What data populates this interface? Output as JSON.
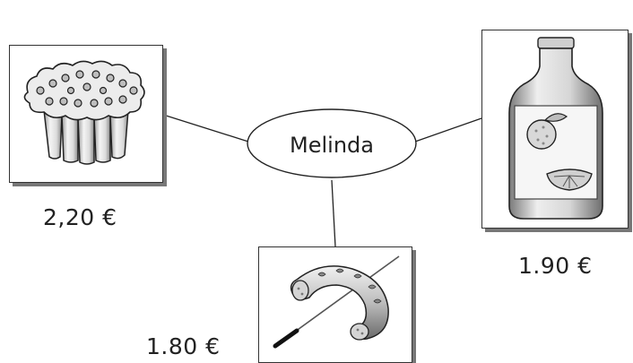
{
  "center_node": {
    "label": "Melinda"
  },
  "items": [
    {
      "name": "cake",
      "price": "2,20 €"
    },
    {
      "name": "orange-juice",
      "price": "1.90 €"
    },
    {
      "name": "sausage",
      "price": "1.80 €"
    }
  ],
  "colors": {
    "line": "#222222",
    "shadow": "#777777",
    "fill": "#ffffff"
  }
}
